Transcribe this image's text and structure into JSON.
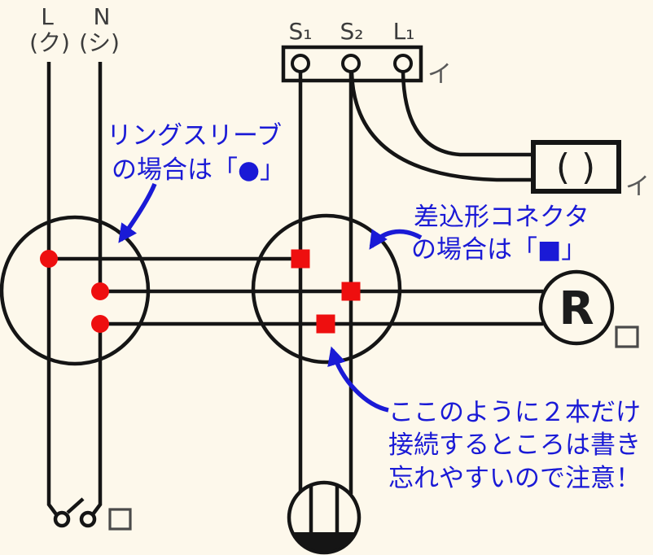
{
  "colors": {
    "background": "#fdf8eb",
    "wire": "#151515",
    "connector_red": "#ee0f0f",
    "annotation_blue": "#1a1ad6",
    "label_gray": "#595959",
    "box_gray": "#4a4a4a"
  },
  "power_source": {
    "hot_label": "L",
    "hot_kana": "(ク)",
    "neutral_label": "N",
    "neutral_kana": "(シ)"
  },
  "auto_switch": {
    "terminal_s1": "S₁",
    "terminal_s2": "S₂",
    "terminal_l1": "L₁",
    "circuit_label": "イ"
  },
  "outdoor_light": {
    "symbol": "( )",
    "circuit_label": "イ"
  },
  "lamp_receptacle": {
    "symbol": "R"
  },
  "annotations": {
    "ring_sleeve": {
      "line1": "リングスリーブ",
      "line2": "の場合は「●」"
    },
    "connector": {
      "line1": "差込形コネクタ",
      "line2": "の場合は「■」"
    },
    "caution": {
      "line1": "ここのように２本だけ",
      "line2": "接続するところは書き",
      "line3": "忘れやすいので注意！"
    }
  }
}
